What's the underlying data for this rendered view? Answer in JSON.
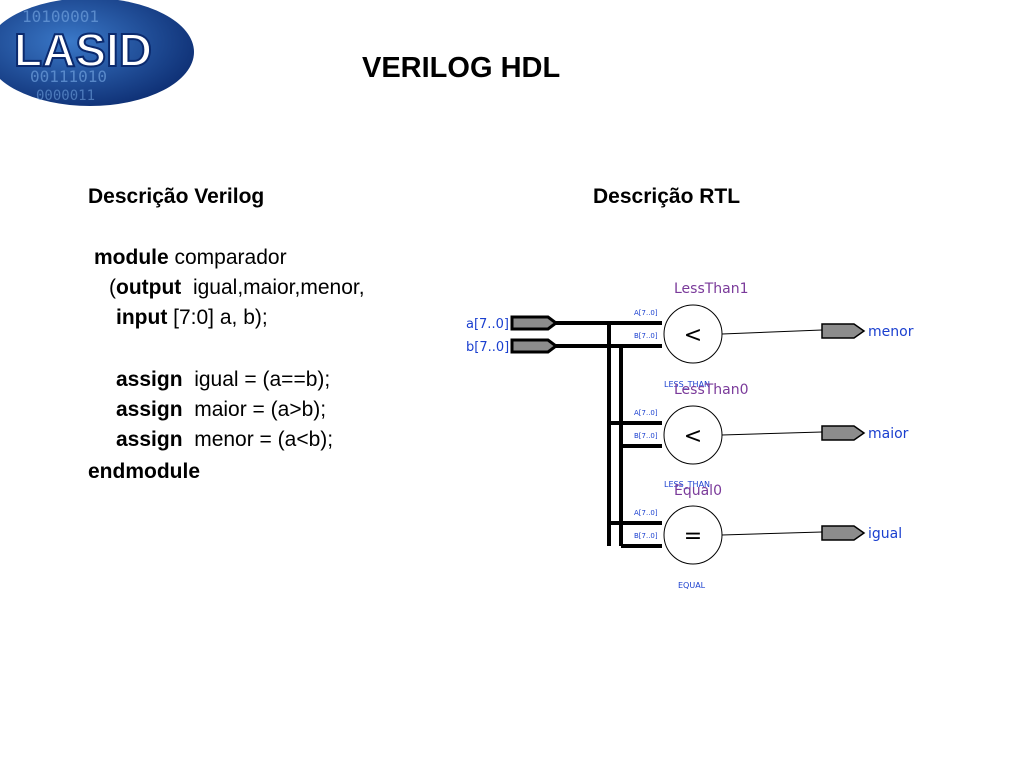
{
  "logo": {
    "text": "LASID",
    "background_bits": [
      "10100001",
      "00111010",
      "0000011"
    ]
  },
  "slide": {
    "title": "VERILOG HDL"
  },
  "left": {
    "heading": "Descrição Verilog",
    "lines": [
      {
        "kw": "module",
        "rest": " comparador"
      },
      {
        "pre": "(",
        "kw": "output",
        "rest": "  igual,maior,menor,"
      },
      {
        "kw": "input",
        "rest": " [7:0] a, b);"
      },
      {
        "kw": "assign",
        "rest": "  igual = (a==b);"
      },
      {
        "kw": "assign",
        "rest": "  maior = (a>b);"
      },
      {
        "kw": "assign",
        "rest": "  menor = (a<b);"
      },
      {
        "kw": "endmodule",
        "rest": ""
      }
    ]
  },
  "right": {
    "heading": "Descrição RTL",
    "inputs": [
      "a[7..0]",
      "b[7..0]"
    ],
    "blocks": [
      {
        "name": "LessThan1",
        "symbol": "<",
        "type": "LESS_THAN",
        "port_a": "A[7..0]",
        "port_b": "B[7..0]",
        "output": "menor"
      },
      {
        "name": "LessThan0",
        "symbol": "<",
        "type": "LESS_THAN",
        "port_a": "A[7..0]",
        "port_b": "B[7..0]",
        "output": "maior"
      },
      {
        "name": "Equal0",
        "symbol": "=",
        "type": "EQUAL",
        "port_a": "A[7..0]",
        "port_b": "B[7..0]",
        "output": "igual"
      }
    ],
    "colors": {
      "label": "#7a3a9a",
      "port": "#1a3fcf",
      "wire": "#000000",
      "pin": "#8c8c8c"
    }
  }
}
